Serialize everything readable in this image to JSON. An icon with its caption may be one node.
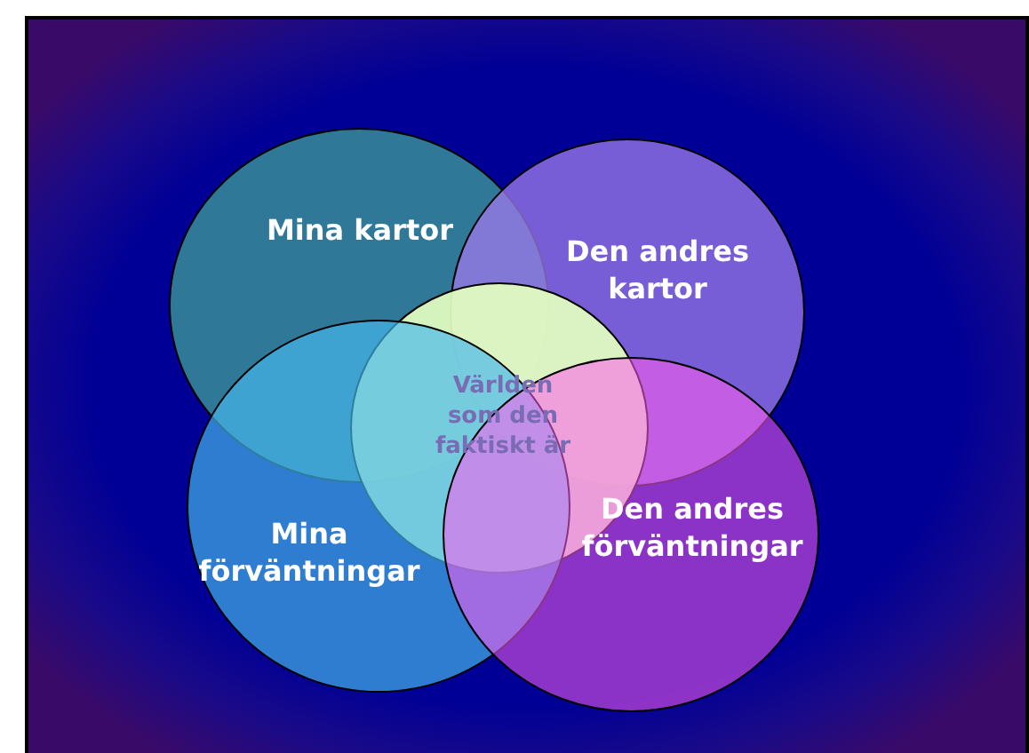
{
  "diagram": {
    "nodes": [
      {
        "text": [
          "Mina kartor"
        ]
      },
      {
        "text": [
          "Den andres kartor"
        ]
      },
      {
        "text": [
          "Världen som den faktiskt är"
        ]
      },
      {
        "text": [
          "Mina förväntningar"
        ]
      },
      {
        "text": [
          "Den andres förväntningar"
        ]
      }
    ],
    "edges": []
  }
}
